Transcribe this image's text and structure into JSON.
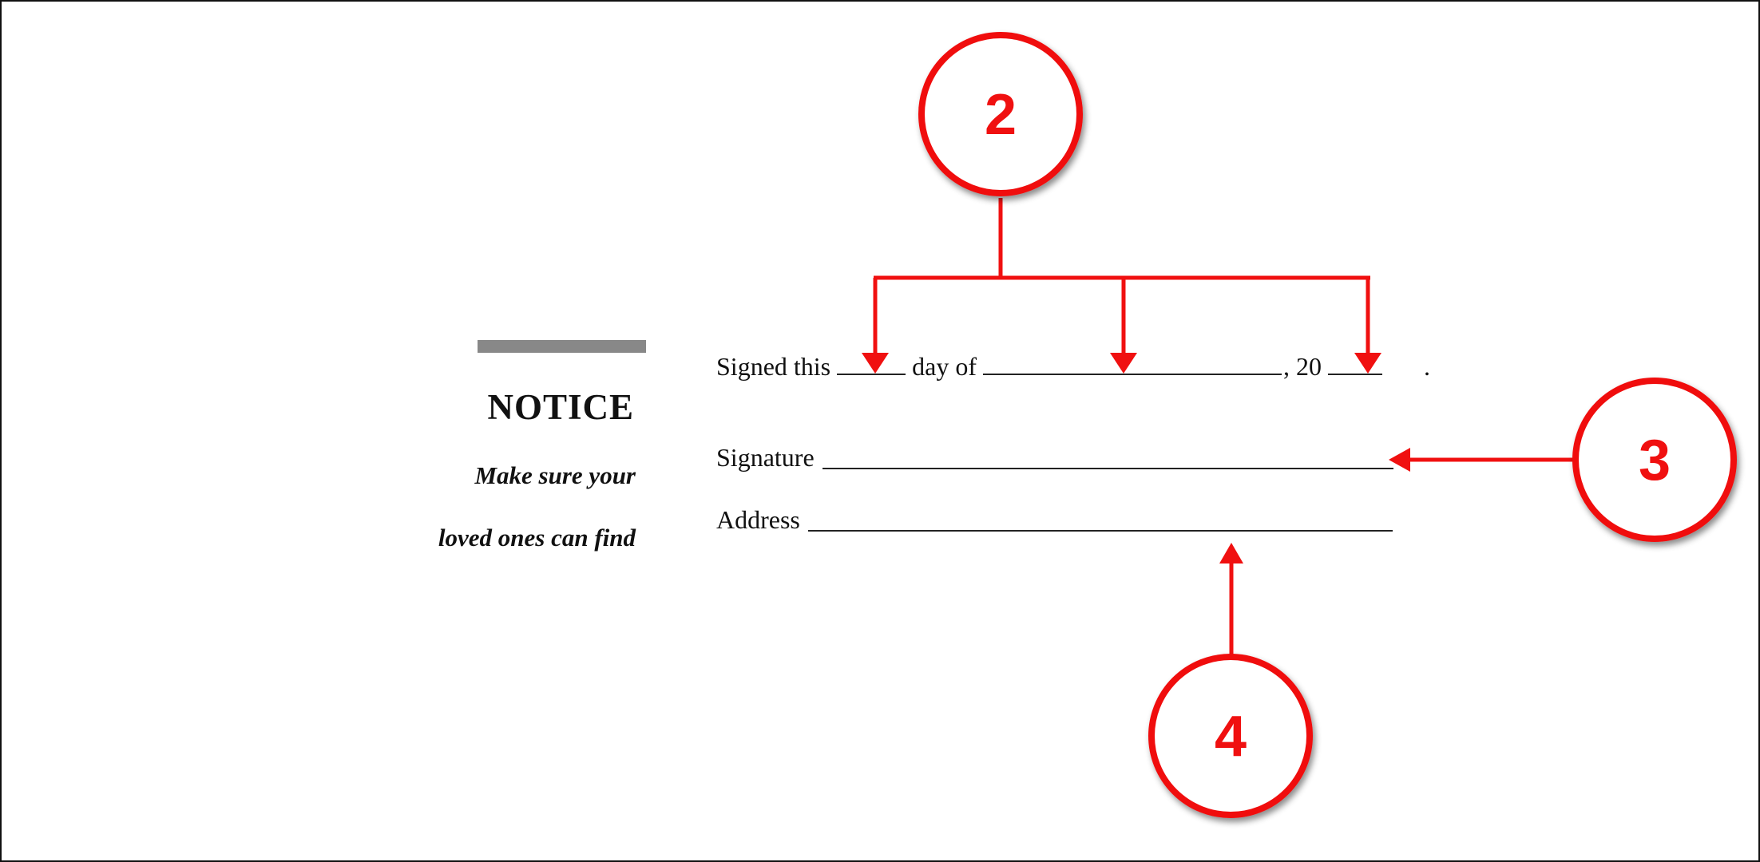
{
  "notice": {
    "title": "NOTICE",
    "line1": "Make sure your",
    "line2": "loved ones can find"
  },
  "form": {
    "signed_this": "Signed this",
    "day_of": "day of",
    "comma_20": ", 20",
    "period": ".",
    "signature_label": "Signature",
    "address_label": "Address"
  },
  "callouts": {
    "c2": "2",
    "c3": "3",
    "c4": "4"
  },
  "colors": {
    "annotation": "#f01010",
    "notice_bar": "#888888"
  }
}
